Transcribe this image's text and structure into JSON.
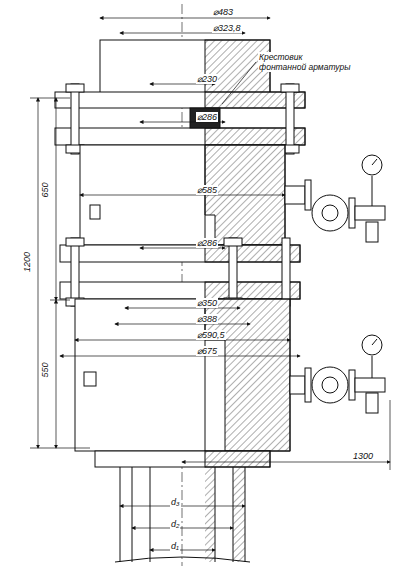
{
  "diagram": {
    "labels": [
      "⌀483",
      "⌀323,8",
      "Крестовик фонтанной арматуры",
      "⌀230",
      "⌀286",
      "⌀585",
      "650",
      "1200",
      "⌀286",
      "⌀350",
      "⌀388",
      "⌀590,5",
      "⌀675",
      "550",
      "1300",
      "d₃",
      "d₂",
      "d₁"
    ]
  }
}
